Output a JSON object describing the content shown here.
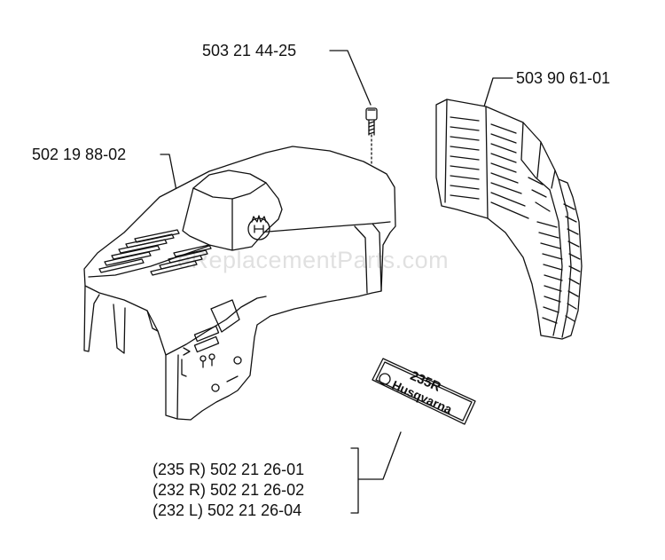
{
  "watermark": "eReplacementParts.com",
  "callouts": {
    "screw": "503 21 44-25",
    "grille": "503 90 61-01",
    "cover": "502 19 88-02"
  },
  "decal": {
    "model": "235R",
    "brand": "Husqvarna"
  },
  "decal_variants": [
    "(235 R) 502 21 26-01",
    "(232 R) 502 21 26-02",
    "(232 L) 502 21 26-04"
  ]
}
